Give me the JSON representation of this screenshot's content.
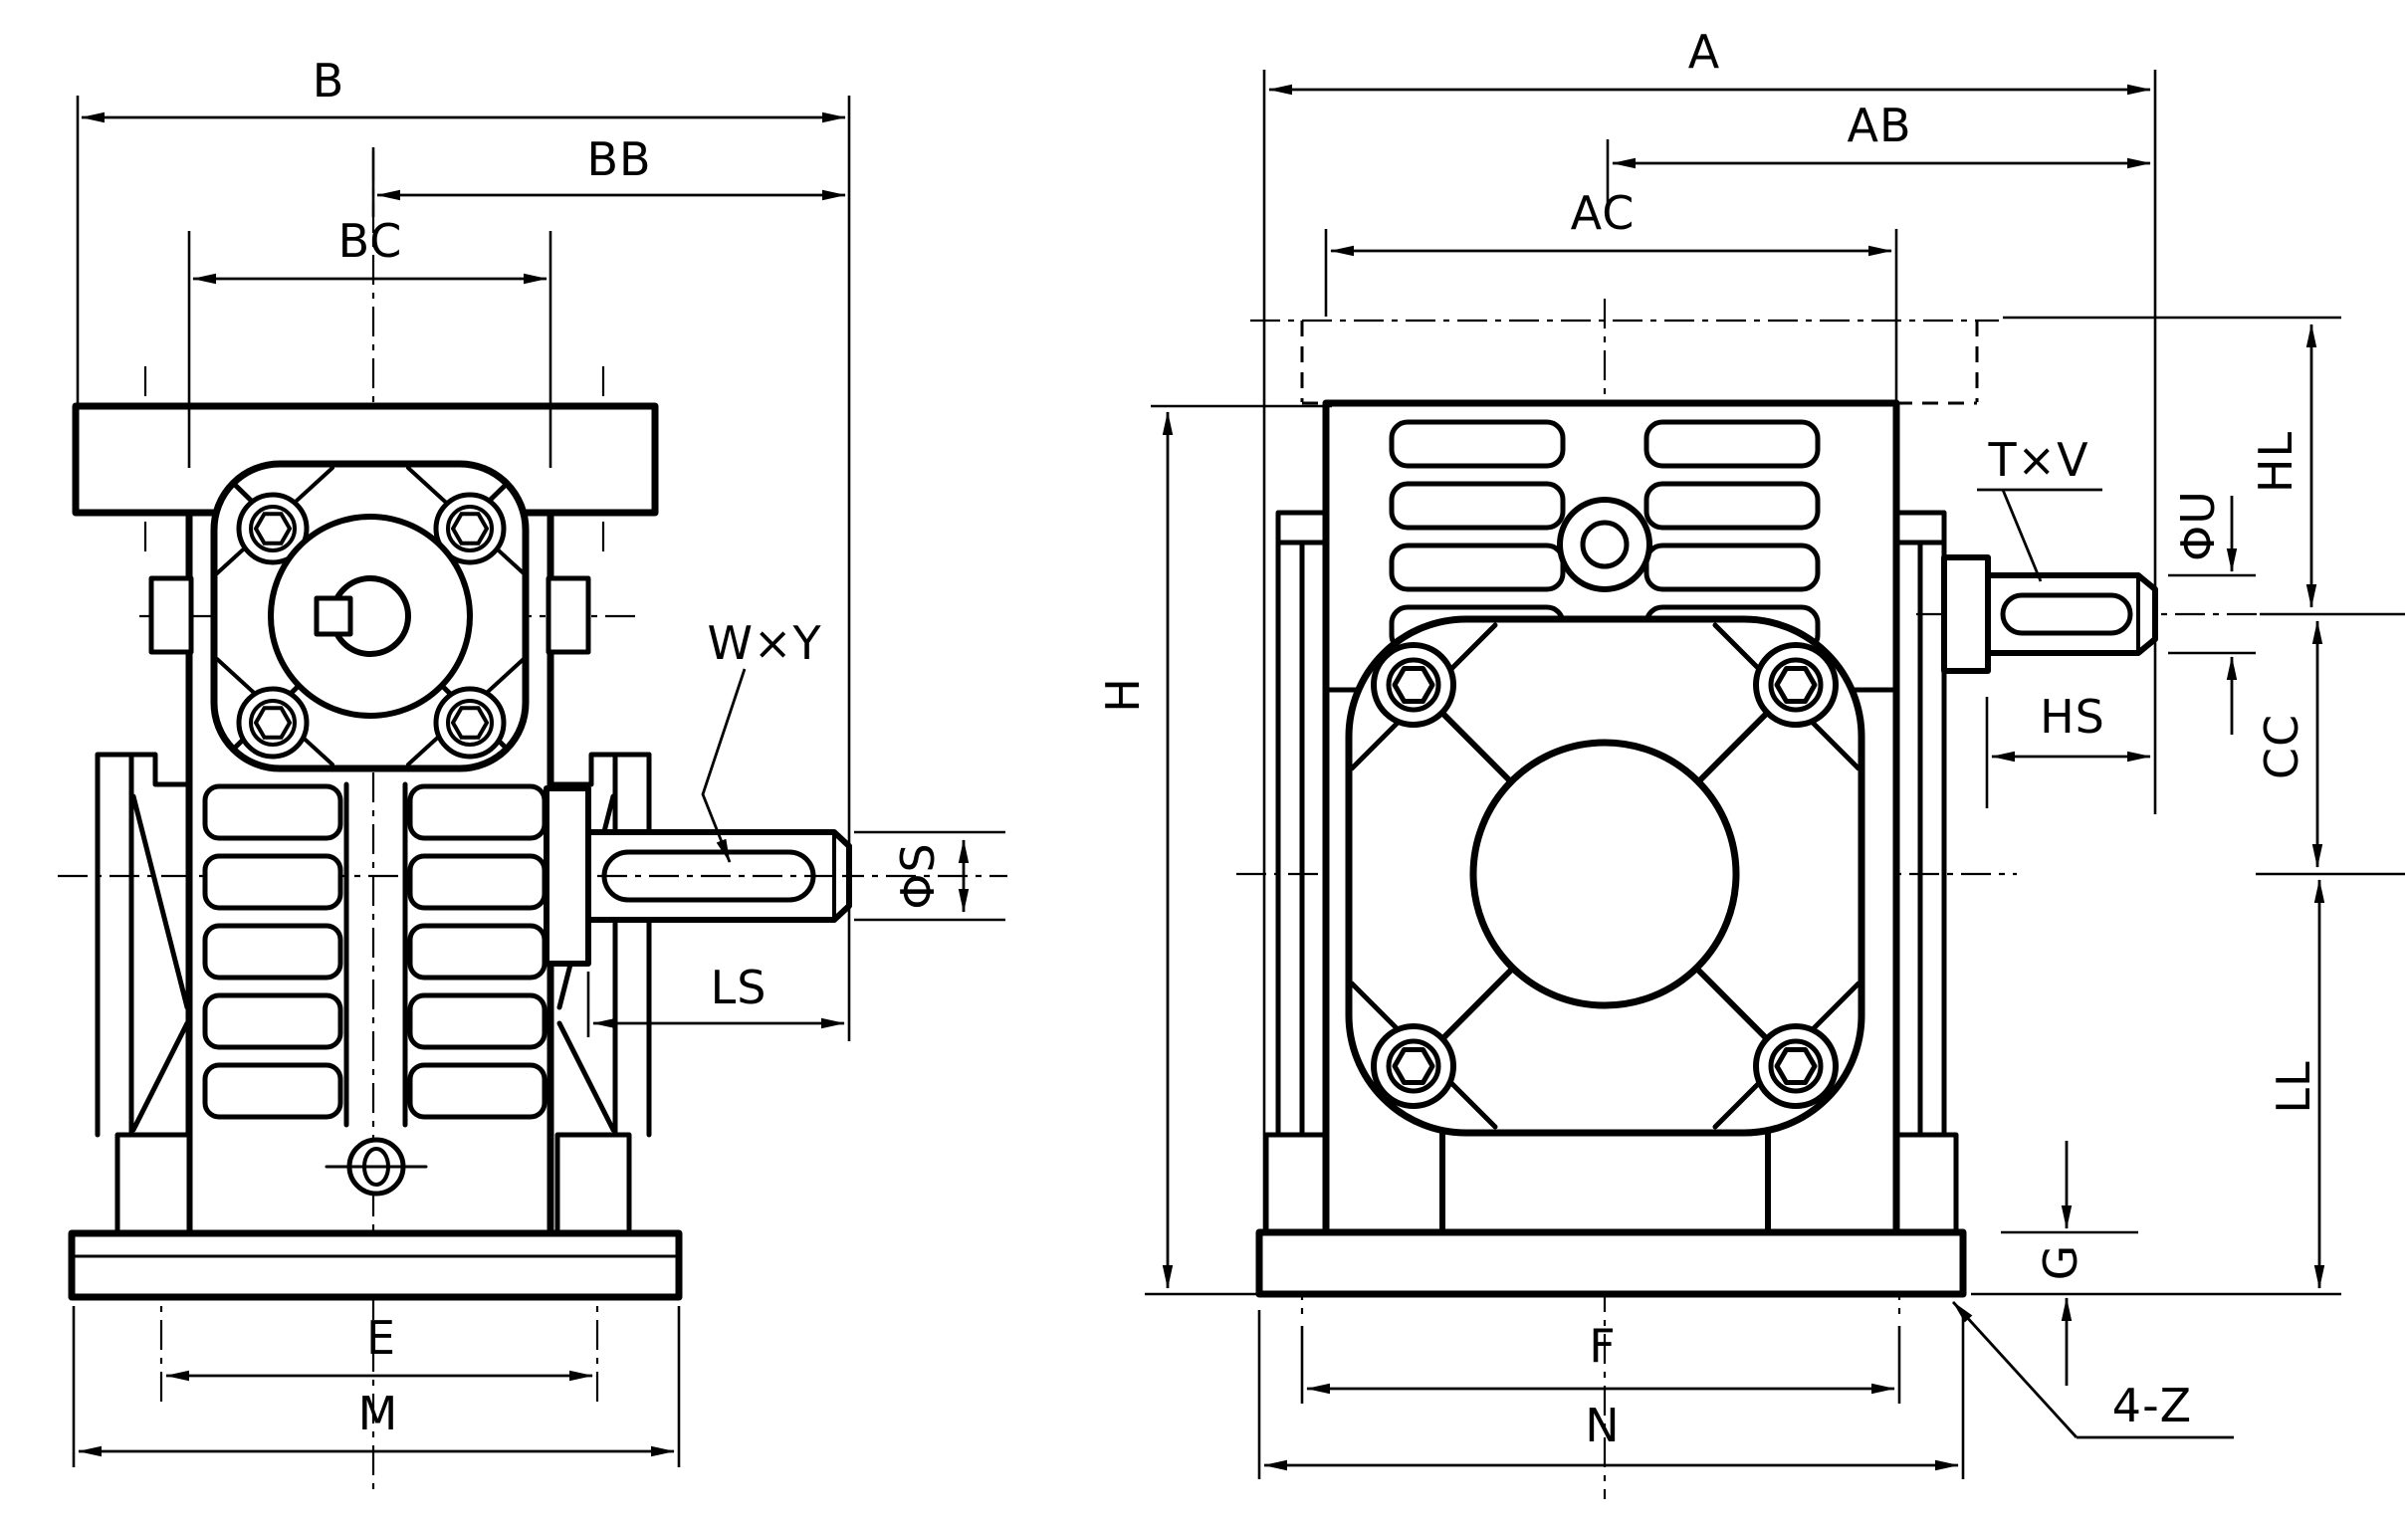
{
  "colors": {
    "ink": "#000000",
    "paper": "#ffffff"
  },
  "lv": {
    "b": "B",
    "bb": "BB",
    "bc": "BC",
    "wxy": "W×Y",
    "phis": "ΦS",
    "ls": "LS",
    "e": "E",
    "m": "M"
  },
  "rv": {
    "a": "A",
    "ab": "AB",
    "ac": "AC",
    "txv": "T×V",
    "phiu": "ΦU",
    "hl": "HL",
    "cc": "CC",
    "hs": "HS",
    "h": "H",
    "ll": "LL",
    "g": "G",
    "f": "F",
    "n": "N",
    "fourz": "4-Z"
  }
}
